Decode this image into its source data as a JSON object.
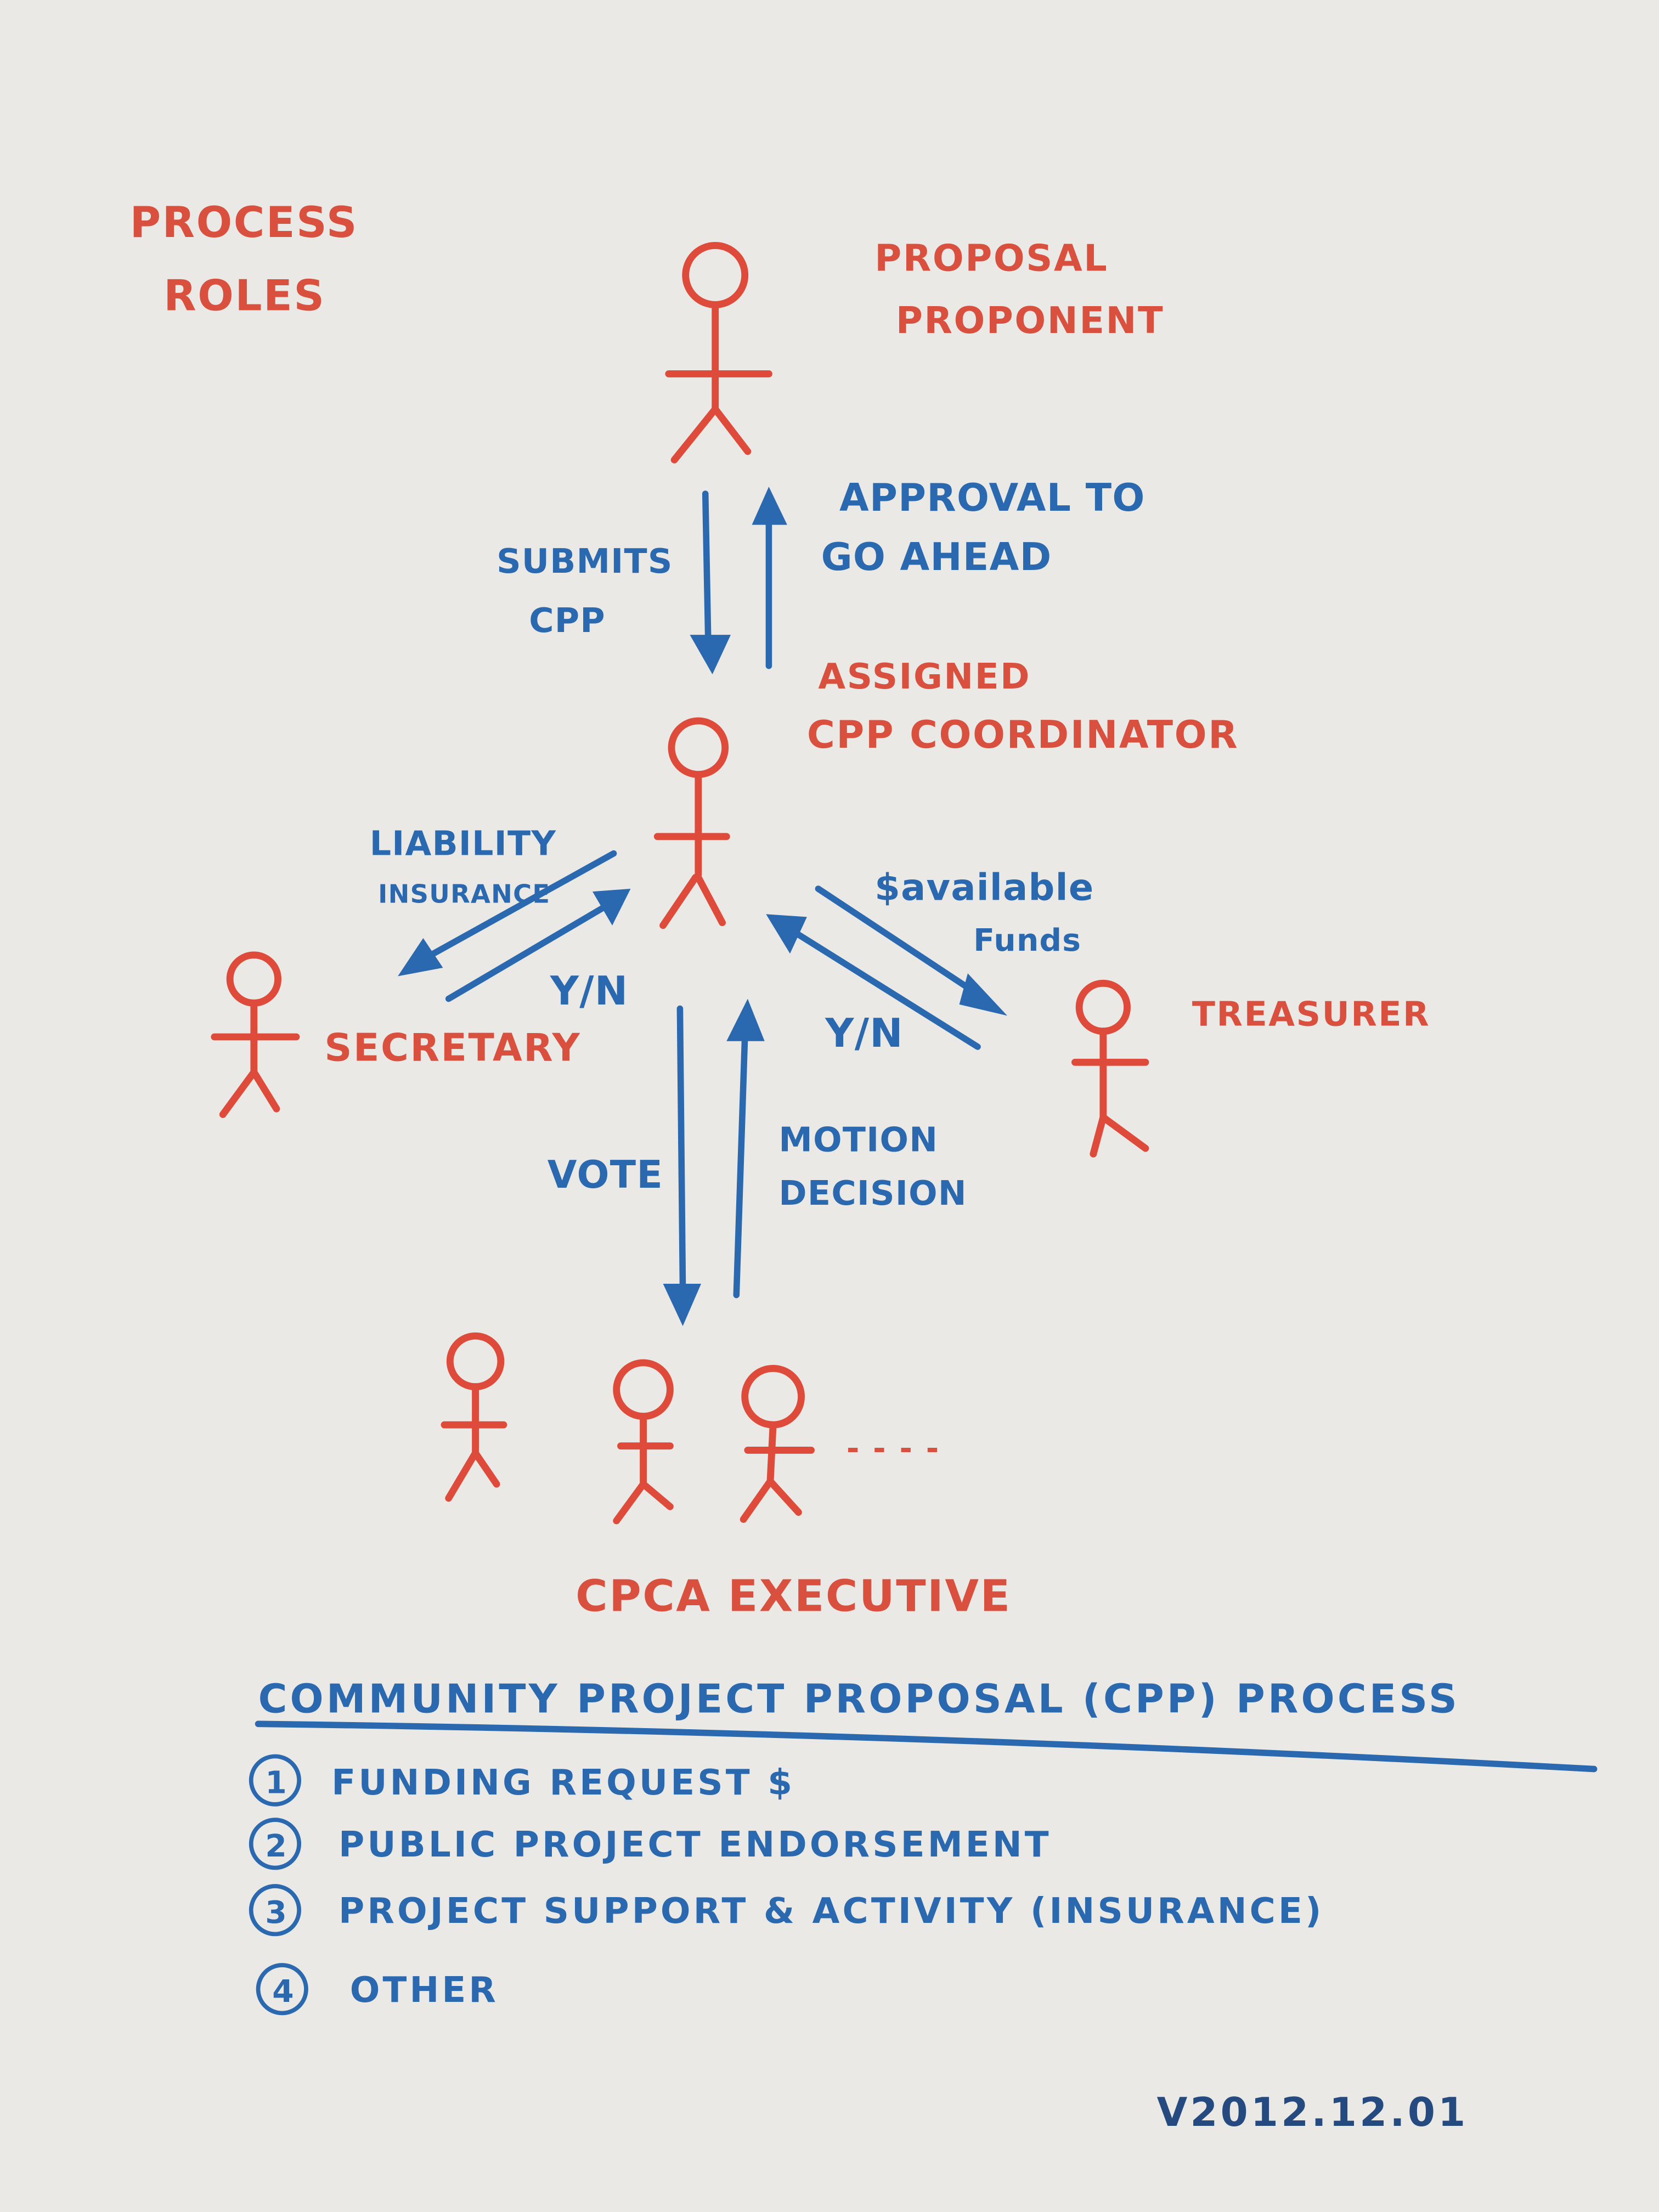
{
  "title": {
    "line1": "Process",
    "line2": "Roles"
  },
  "roles": {
    "proponent": {
      "line1": "Proposal",
      "line2": "Proponent"
    },
    "coordinator": {
      "line1": "Assigned",
      "line2": "CPP Coordinator"
    },
    "secretary": "Secretary",
    "treasurer": "Treasurer",
    "executive": "CPCA Executive"
  },
  "flows": {
    "submits": {
      "line1": "Submits",
      "line2": "CPP"
    },
    "approval": {
      "line1": "Approval to",
      "line2": "Go Ahead"
    },
    "liability": {
      "line1": "Liability",
      "line2": "Insurance"
    },
    "secretary_reply": "Y/N",
    "funds": {
      "line1": "$available",
      "line2": "Funds"
    },
    "treasurer_reply": "Y/N",
    "vote": "Vote",
    "motion": {
      "line1": "Motion",
      "line2": "Decision"
    },
    "more_members": "- - - -"
  },
  "process": {
    "heading": "Community Project Proposal (CPP) Process",
    "items": [
      {
        "num": "1",
        "label": "Funding Request $"
      },
      {
        "num": "2",
        "label": "Public Project Endorsement"
      },
      {
        "num": "3",
        "label": "Project Support & Activity (Insurance)"
      },
      {
        "num": "4",
        "label": "Other"
      }
    ]
  },
  "version": "V2012.12.01",
  "colors": {
    "red_ink": "#d9503f",
    "blue_ink": "#2a68b0",
    "paper": "#ebe9e5"
  }
}
